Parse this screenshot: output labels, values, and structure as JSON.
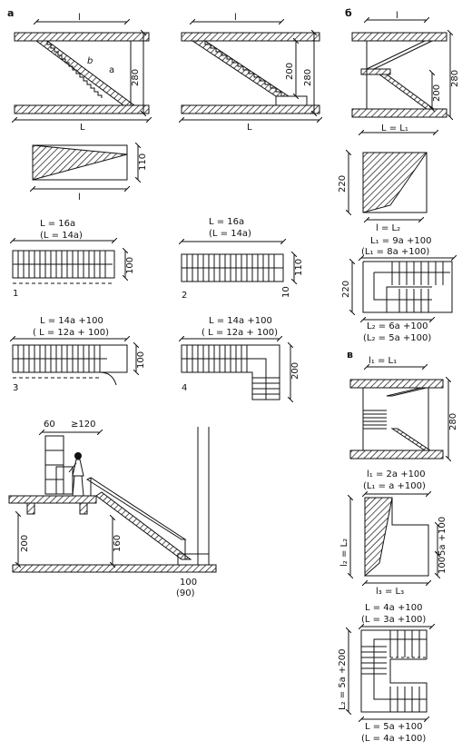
{
  "section_a": {
    "marker": "а",
    "row1_fig1": {
      "top": "l",
      "bottom": "L",
      "tread_b": "b",
      "tread_a": "a",
      "height": "280"
    },
    "row1_fig2": {
      "top": "l",
      "bottom": "L",
      "landing": "200",
      "height": "280"
    },
    "section_view": {
      "height": "110",
      "width": "l"
    },
    "plan1": {
      "number": "1",
      "formula": "L = 16a",
      "alt": "(L = 14a)",
      "width": "100"
    },
    "plan2": {
      "number": "2",
      "formula": "L = 16a",
      "alt": "(L = 14a)",
      "width": "110",
      "offset": "10"
    },
    "plan3": {
      "number": "3",
      "formula": "L = 14a +100",
      "alt": "( L = 12a + 100)",
      "width": "100"
    },
    "plan4": {
      "number": "4",
      "formula": "L = 14a +100",
      "alt": "( L = 12a + 100)",
      "width": "200"
    },
    "elevation": {
      "dim1": "60",
      "dim2": "≥120",
      "h1": "200",
      "h2": "160",
      "foot": "100",
      "foot_alt": "(90)"
    }
  },
  "section_b": {
    "marker": "б",
    "elev": {
      "top": "l",
      "bottom": "L = L₁",
      "landing": "200",
      "height": "280"
    },
    "section": {
      "height": "220",
      "bottom": "l = L₂"
    },
    "plan": {
      "formula1": "L₁ = 9a +100",
      "alt1": "(L₁ = 8a +100)",
      "height": "220",
      "formula2": "L₂ = 6a +100",
      "alt2": "(L₂ = 5a +100)"
    }
  },
  "section_c": {
    "marker": "в",
    "elev": {
      "top": "l₁ = L₁",
      "height": "280"
    },
    "section": {
      "top1": "l₁ = 2a +100",
      "top2": "(L₁ = a +100)",
      "left": "l₂ = L₂",
      "right1": "5a +100",
      "right2": "100",
      "bottom": "l₃ = L₃"
    },
    "plan": {
      "top1": "L = 4a +100",
      "top2": "(L = 3a +100)",
      "left": "L₂ = 5a +200",
      "bottom1": "L = 5a +100",
      "bottom2": "(L = 4a +100)"
    }
  }
}
